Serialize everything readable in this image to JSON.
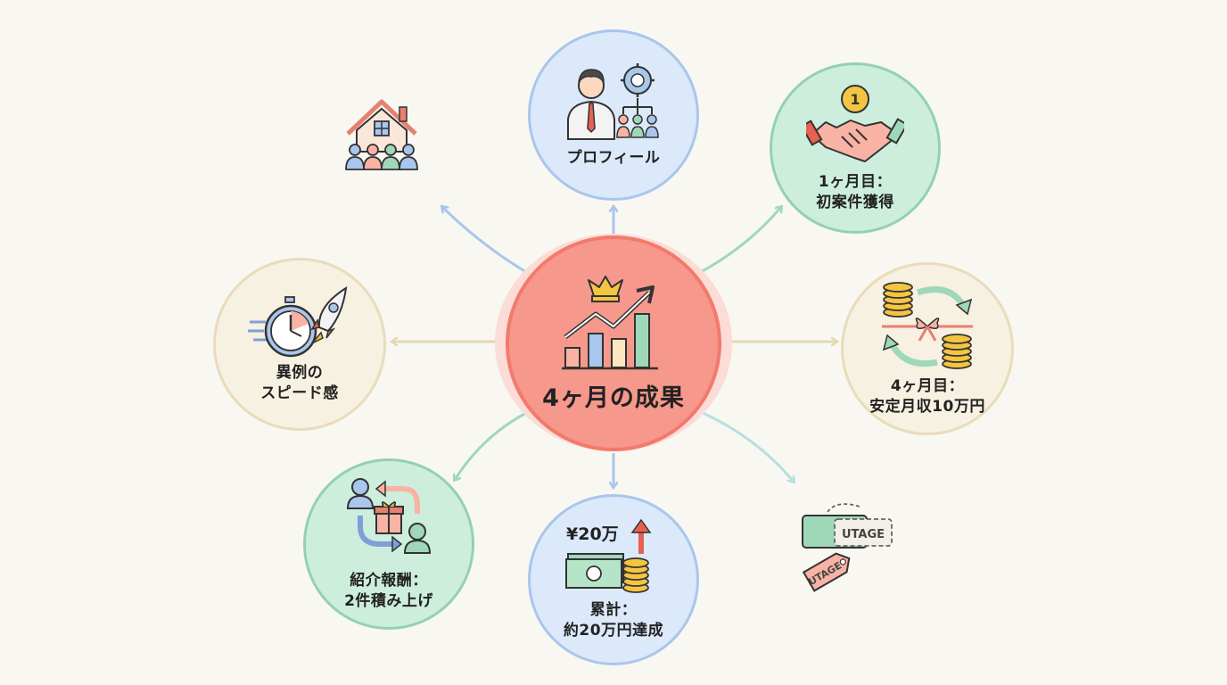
{
  "center": {
    "title": "4ヶ月の成果"
  },
  "nodes": {
    "profile": {
      "label": "プロフィール"
    },
    "first_month": {
      "label": "1ヶ月目：\n初案件獲得"
    },
    "fourth_month": {
      "label": "4ヶ月目：\n安定月収10万円"
    },
    "cumulative": {
      "label": "累計：\n約20万円達成",
      "icon_text": "¥20万"
    },
    "referral": {
      "label": "紹介報酬：\n2件積み上げ"
    },
    "speed": {
      "label": "異例の\nスピード感"
    }
  },
  "tags": {
    "utage_1": "UTAGE",
    "utage_2": "UTAGE"
  },
  "colors": {
    "center_fill": "#f6988c",
    "blue": "#dce9fb",
    "green": "#cdeedd",
    "cream": "#f7f1e1"
  },
  "icons": {
    "profile": "person-gear-team-icon",
    "first_month": "handshake-coin-icon",
    "fourth_month": "coins-cycle-gift-icon",
    "cumulative": "cash-coins-arrow-icon",
    "referral": "referral-gift-cycle-icon",
    "speed": "stopwatch-rocket-icon",
    "community": "house-community-icon",
    "utage": "utage-tag-icon",
    "center": "crown-growth-chart-icon"
  }
}
